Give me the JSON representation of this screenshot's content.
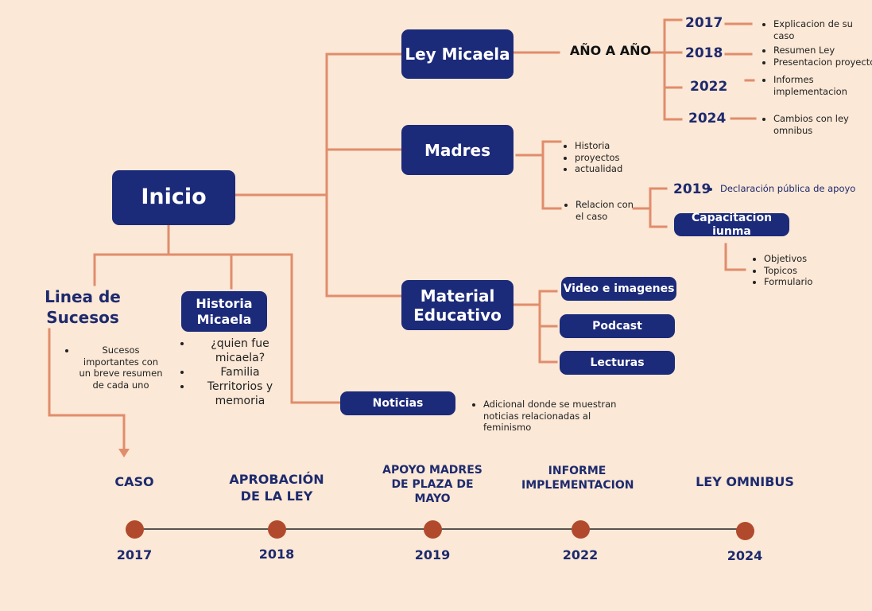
{
  "main_node": "Inicio",
  "ley_micaela": {
    "title": "Ley Micaela",
    "label": "AÑO A AÑO",
    "years": [
      {
        "year": "2017",
        "items": [
          "Explicacion de su caso"
        ]
      },
      {
        "year": "2018",
        "items": [
          "Resumen Ley",
          "Presentacion proyecto"
        ]
      },
      {
        "year": "2022",
        "items": [
          "Informes implementacion"
        ]
      },
      {
        "year": "2024",
        "items": [
          "Cambios con ley omnibus"
        ]
      }
    ]
  },
  "madres": {
    "title": "Madres",
    "bullets": [
      "Historia",
      "proyectos",
      "actualidad"
    ],
    "relacion": "Relacion con el caso",
    "year": "2019",
    "year_note": "Declaración pública de apoyo",
    "capacitacion": "Capacitacion iunma",
    "capacitacion_items": [
      "Objetivos",
      "Topicos",
      "Formulario"
    ]
  },
  "material": {
    "title": "Material Educativo",
    "items": [
      "Video e imagenes",
      "Podcast",
      "Lecturas"
    ]
  },
  "linea": {
    "title": "Linea de Sucesos",
    "bullet": "Sucesos importantes con un breve resumen de cada uno"
  },
  "historia": {
    "title": "Historia Micaela",
    "items": [
      "¿quien fue micaela?",
      "Familia",
      "Territorios y memoria"
    ]
  },
  "noticias": {
    "title": "Noticias",
    "note": "Adicional donde se muestran noticias relacionadas al feminismo"
  },
  "timeline": [
    {
      "label": "CASO",
      "year": "2017"
    },
    {
      "label": "APROBACIÓN DE LA LEY",
      "year": "2018"
    },
    {
      "label": "APOYO MADRES DE PLAZA DE MAYO",
      "year": "2019"
    },
    {
      "label": "INFORME IMPLEMENTACION",
      "year": "2022"
    },
    {
      "label": "LEY OMNIBUS",
      "year": "2024"
    }
  ],
  "colors": {
    "background": "#fbe8d6",
    "box": "#1c2a7a",
    "connector": "#e08d6c",
    "timeline_dot": "#b14a2c"
  }
}
